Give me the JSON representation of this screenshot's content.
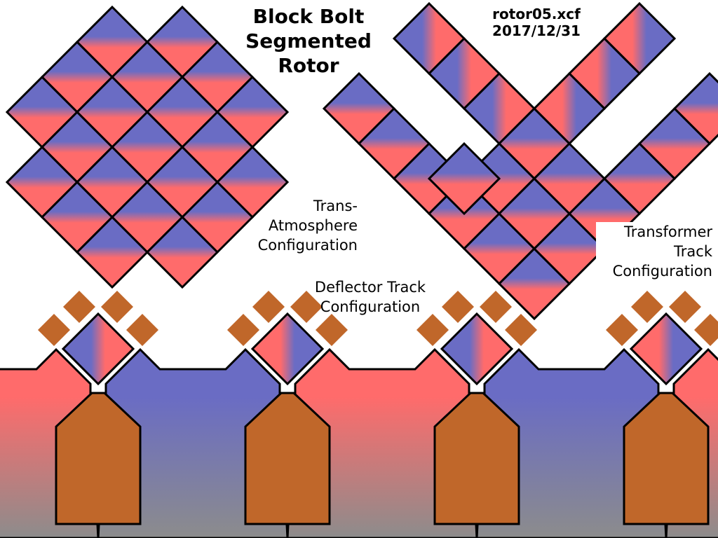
{
  "title": "Block Bolt\nSegmented\nRotor",
  "file": {
    "name": "rotor05.xcf",
    "date": "2017/12/31"
  },
  "labels": {
    "trans_atmosphere": "Trans-\nAtmosphere\nConfiguration",
    "deflector_track": "Deflector Track\nConfiguration",
    "transformer_track": "Transformer\nTrack\nConfiguration"
  },
  "colors": {
    "blue": "#6a6cc4",
    "red": "#ff6b6b",
    "copper": "#c0672a",
    "outline": "#000000",
    "ground_bottom": "#8c8c8c",
    "background": "#ffffff"
  },
  "rotor_units": [
    {
      "polarity": "blue-red",
      "left_pole": "red",
      "right_pole": "blue"
    },
    {
      "polarity": "red-blue",
      "left_pole": "blue",
      "right_pole": "red"
    },
    {
      "polarity": "blue-red",
      "left_pole": "red",
      "right_pole": "blue"
    },
    {
      "polarity": "red-blue",
      "left_pole": "blue",
      "right_pole": "red"
    }
  ]
}
